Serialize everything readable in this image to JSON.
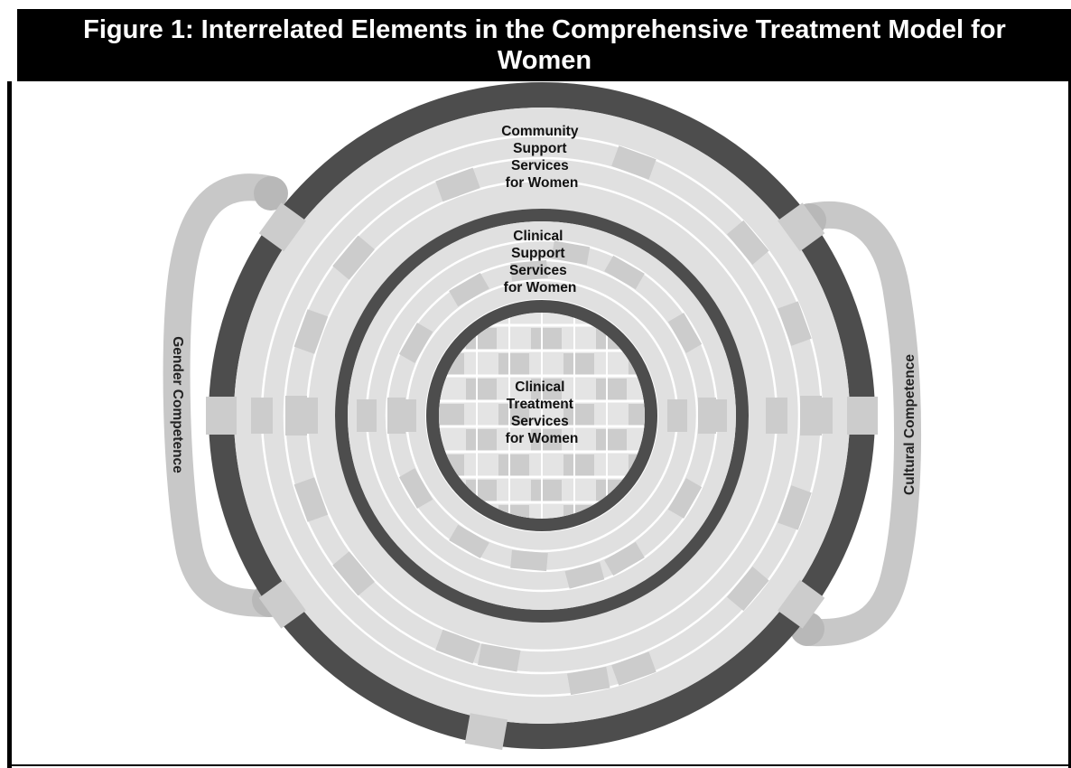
{
  "title": "Figure 1: Interrelated Elements in the Comprehensive Treatment Model for Women",
  "rings": {
    "outer_label": [
      "Community",
      "Support",
      "Services",
      "for Women"
    ],
    "middle_label": [
      "Clinical",
      "Support",
      "Services",
      "for Women"
    ],
    "inner_label": [
      "Clinical",
      "Treatment",
      "Services",
      "for Women"
    ]
  },
  "side_loops": {
    "left": "Gender Competence",
    "right": "Cultural Competence"
  },
  "colors": {
    "dark_ring": "#4d4d4d",
    "light_band": "#e0e0e0",
    "tab": "#cccccc",
    "loop": "#c8c8c8",
    "title_bg": "#000000"
  }
}
